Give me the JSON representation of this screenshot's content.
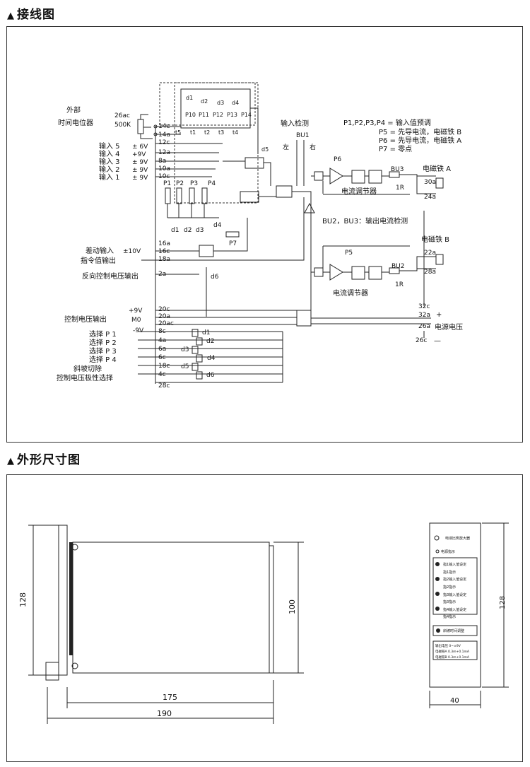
{
  "sections": {
    "wiring_title": "接线图",
    "dimension_title": "外形尺寸图"
  },
  "wiring": {
    "pot": {
      "label1": "外部",
      "label2": "时间电位器",
      "pin": "26ac",
      "value": "500K"
    },
    "inputs": [
      {
        "label": "输入 5",
        "volt": "± 6V",
        "pin": "12c"
      },
      {
        "label": "输入 4",
        "volt": "+9V",
        "pin": "12a"
      },
      {
        "label": "输入 3",
        "volt": "± 9V",
        "pin": "8a"
      },
      {
        "label": "输入 2",
        "volt": "± 9V",
        "pin": "10a"
      },
      {
        "label": "输入 1",
        "volt": "± 9V",
        "pin": "10c"
      }
    ],
    "pins": {
      "p14c": "14c",
      "p14a": "14a",
      "p16a": "16a",
      "p16c": "16c",
      "p18a": "18a",
      "p2a": "2a",
      "p20c": "20c",
      "p20a": "20a",
      "p20ac": "20ac",
      "p28c": "28c"
    },
    "pot_labels": [
      "P1",
      "P2",
      "P3",
      "P4"
    ],
    "ramp_pots": [
      "P10",
      "P11",
      "P12",
      "P13",
      "P14"
    ],
    "t_labels": [
      "t5",
      "t1",
      "t2",
      "t3",
      "t4"
    ],
    "d_top": [
      "d1",
      "d2",
      "d3",
      "d4",
      "d5"
    ],
    "d_mid": [
      "d1",
      "d2",
      "d3",
      "d4"
    ],
    "p7": "P7",
    "diff": {
      "label": "差动输入",
      "volt": "±10V"
    },
    "cmd_out": "指令值输出",
    "rev_out": {
      "label": "反向控制电压输出",
      "relay": "d6"
    },
    "ctrl": {
      "label": "控制电压输出",
      "plus": "+9V",
      "m0": "M0",
      "minus": "-9V"
    },
    "selects": [
      {
        "label": "选择 P 1",
        "pin": "8c",
        "d": "d1"
      },
      {
        "label": "选择 P 2",
        "pin": "4a",
        "d": "d2"
      },
      {
        "label": "选择 P 3",
        "pin": "6a",
        "d": "d3"
      },
      {
        "label": "选择 P 4",
        "pin": "6c",
        "d": "d4"
      },
      {
        "label": "斜坡切除",
        "pin": "18c",
        "d": "d5"
      },
      {
        "label": "控制电压极性选择",
        "pin": "4c",
        "d": "d6"
      }
    ],
    "check": {
      "label": "输入检测",
      "bu": "BU1",
      "left": "左",
      "right": "右"
    },
    "legend": [
      "P1,P2,P3,P4 = 输入值预调",
      "P5 = 先导电流，电磁铁 B",
      "P6 = 先导电流，电磁铁 A",
      "P7 = 零点"
    ],
    "bu_note": "BU2，BU3：输出电流检测",
    "regulator": "电流调节器",
    "magA": {
      "label": "电磁铁 A",
      "pins": [
        "30a",
        "24a"
      ],
      "p": "P6",
      "bu": "BU3",
      "r": "1R"
    },
    "magB": {
      "label": "电磁铁 B",
      "pins": [
        "22a",
        "28a"
      ],
      "p": "P5",
      "bu": "BU2",
      "r": "1R"
    },
    "power": {
      "label": "电源电压",
      "pins": [
        "32c",
        "32a",
        "26a",
        "26c"
      ],
      "plus": "+",
      "minus": "—"
    }
  },
  "dimensions": {
    "d175": "175",
    "d190": "190",
    "d128": "128",
    "d100": "100",
    "front_h": "128",
    "front_w": "40"
  },
  "panel": {
    "title": "电液比例放大器",
    "items": [
      "电源指示",
      "指1输入值设定",
      "指1指示",
      "指2输入值设定",
      "指2指示",
      "指3输入值设定",
      "指3指示",
      "指4输入值设定",
      "指4指示"
    ],
    "ramp": "斜坡时间调整",
    "notes": [
      "输出电压 0~±9V",
      "电磁铁A 0.3m+0.1mA",
      "电磁铁B 0.3m+0.1mA"
    ]
  }
}
